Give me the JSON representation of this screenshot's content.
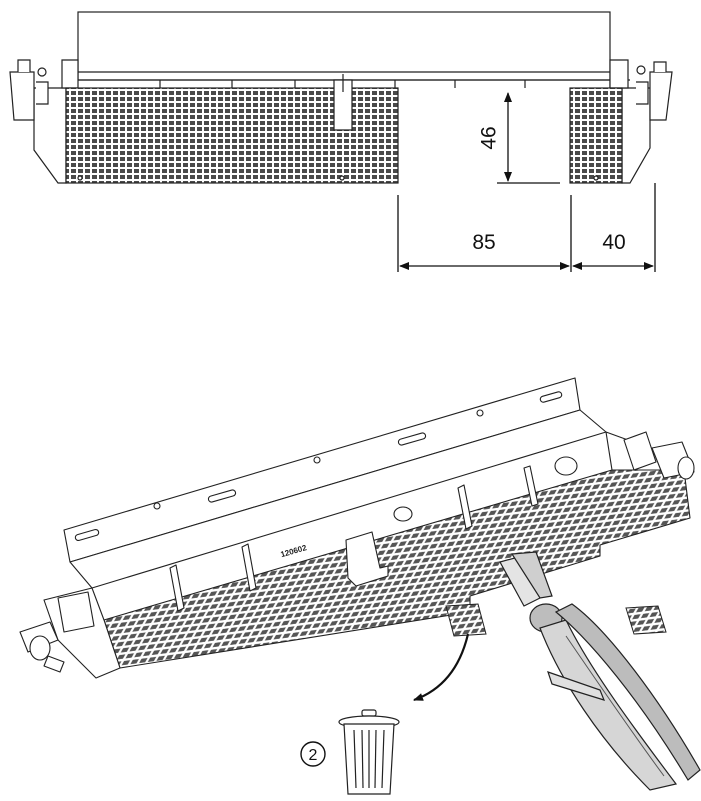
{
  "dimensions": {
    "height_cut": "46",
    "width_cut": "85",
    "width_remaining": "40"
  },
  "part_code": "120602",
  "step_number": "2",
  "icons": {
    "cutter": "side-cutter-pliers-icon",
    "bin": "trash-bin-icon",
    "arrow": "curved-arrow-icon"
  },
  "colors": {
    "line": "#222222",
    "mesh": "#6a6a6a",
    "fill": "#ffffff",
    "cutter_body": "#d8d8d8"
  }
}
